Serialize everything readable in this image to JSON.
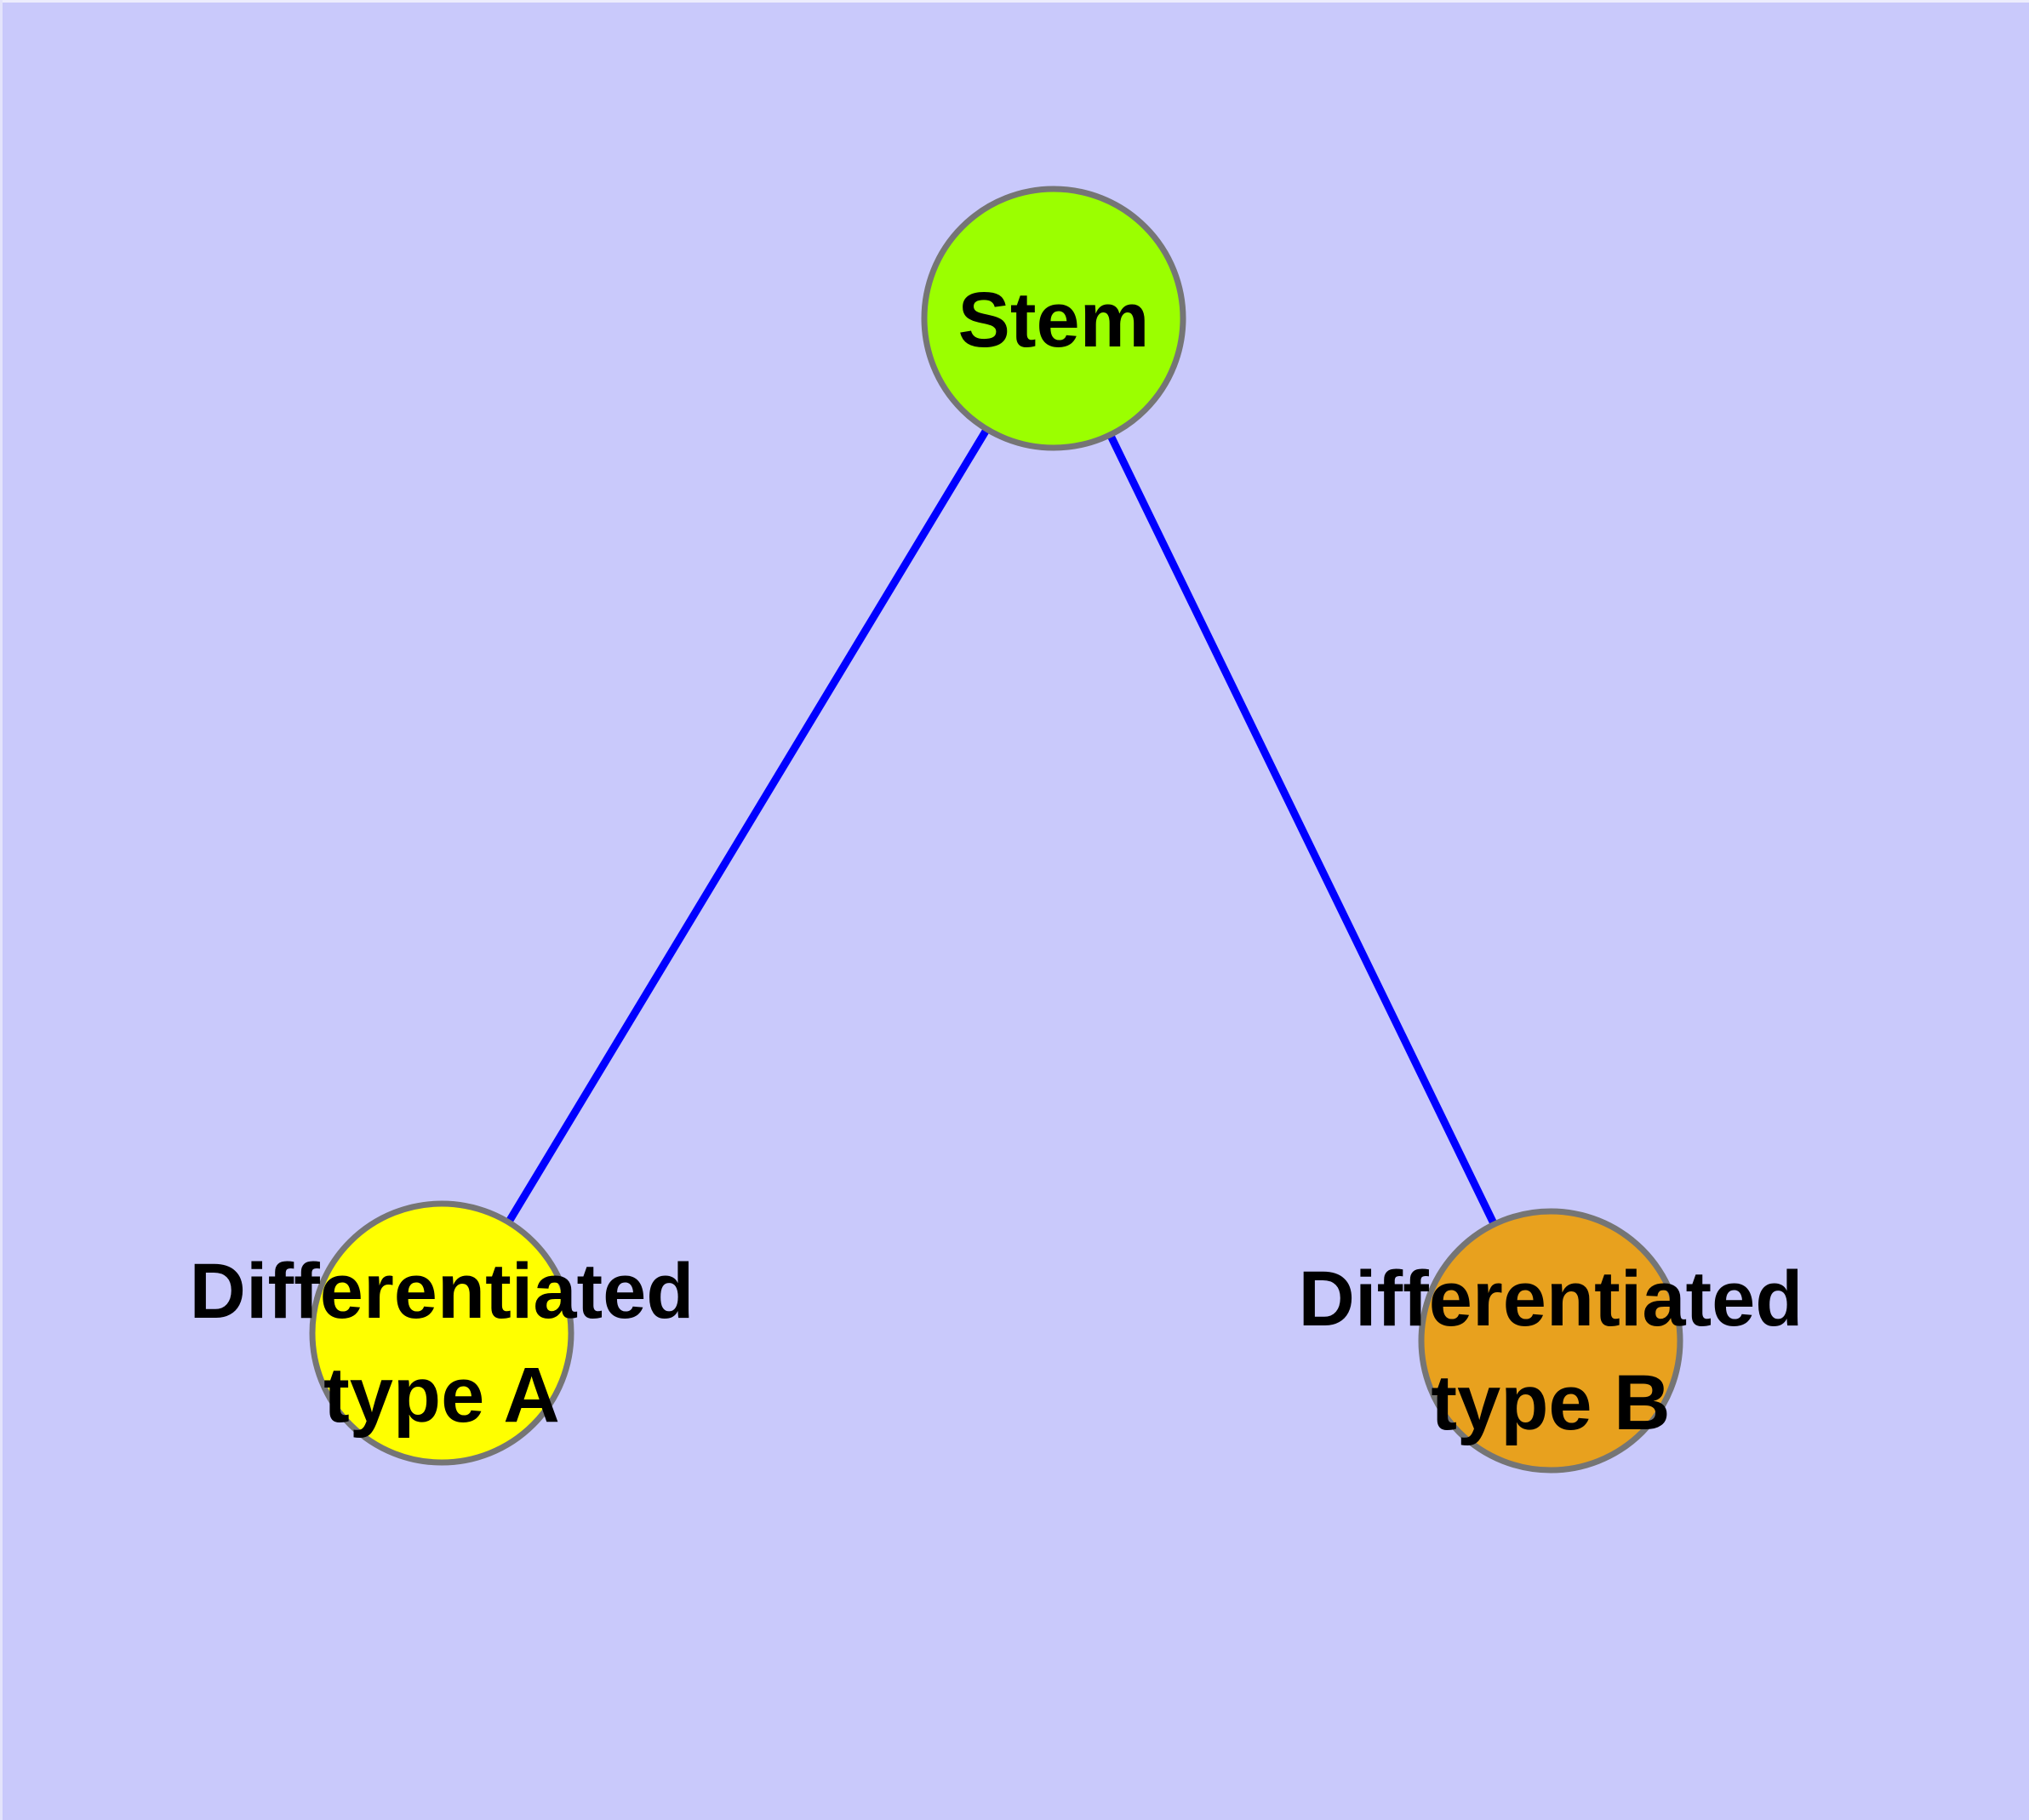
{
  "diagram": {
    "type": "graph",
    "background_color": "#C9C9FB",
    "edge_color": "#0000FF",
    "node_border_color": "#757575",
    "label_color": "#000000",
    "nodes": [
      {
        "id": "stem",
        "label": "Stem",
        "fill_color": "#9BFF00"
      },
      {
        "id": "differentiated-type-a",
        "label": "Differentiated type A",
        "label_lines": {
          "line1": "Differentiated",
          "line2": "type A"
        },
        "fill_color": "#FFFF00"
      },
      {
        "id": "differentiated-type-b",
        "label": "Differentiated type B",
        "label_lines": {
          "line1": "Differentiated",
          "line2": "type B"
        },
        "fill_color": "#E8A11E"
      }
    ],
    "edges": [
      {
        "from": "stem",
        "to": "differentiated-type-a"
      },
      {
        "from": "stem",
        "to": "differentiated-type-b"
      }
    ]
  }
}
